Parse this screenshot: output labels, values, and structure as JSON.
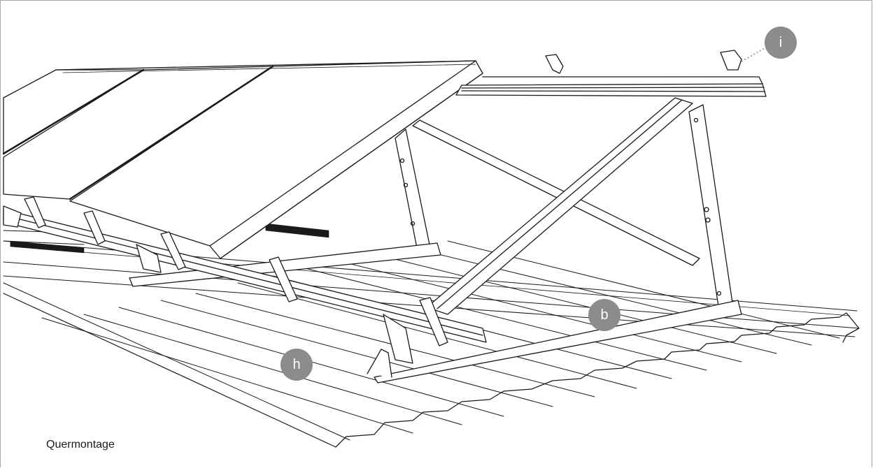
{
  "figure": {
    "caption": "Quermontage",
    "callouts": {
      "i": "i",
      "b": "b",
      "h": "h"
    }
  },
  "colors": {
    "line": "#1a1a1a",
    "callout_fill": "#8c8c8c",
    "callout_text": "#ffffff",
    "frame": "#a8a8a8",
    "panel_fill": "#ffffff"
  }
}
